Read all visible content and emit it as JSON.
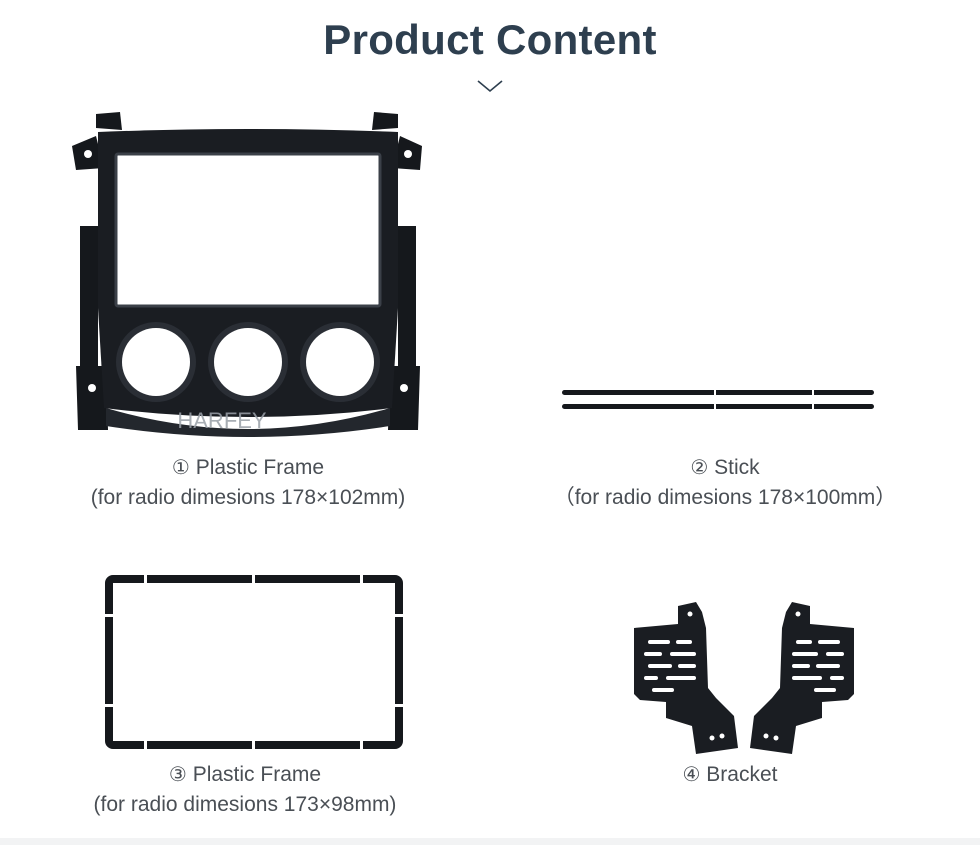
{
  "header": {
    "title": "Product Content"
  },
  "items": [
    {
      "number": "①",
      "name": "Plastic Frame",
      "spec": "(for radio dimesions 178×102mm)",
      "brand_mark": "HARFEY",
      "icon": "plastic-frame-image"
    },
    {
      "number": "②",
      "name": "Stick",
      "spec": "（for radio dimesions 178×100mm）",
      "icon": "stick-image"
    },
    {
      "number": "③",
      "name": "Plastic Frame",
      "spec": "(for radio dimesions 173×98mm)",
      "icon": "thin-frame-image"
    },
    {
      "number": "④",
      "name": "Bracket",
      "spec": "",
      "icon": "bracket-image"
    }
  ],
  "colors": {
    "title": "#2e3f4f",
    "caption": "#4a4f55",
    "part": "#14161a"
  }
}
